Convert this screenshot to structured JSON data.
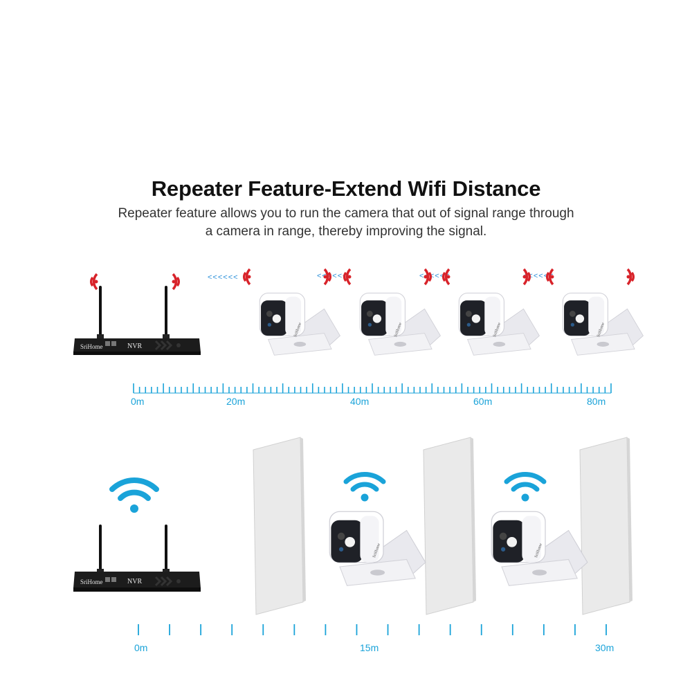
{
  "header": {
    "title": "Repeater Feature-Extend Wifi Distance",
    "subtitle_line1": "Repeater feature allows you to run the camera that out of signal range through",
    "subtitle_line2": "a camera in range, thereby improving the signal."
  },
  "nvr": {
    "brand": "SriHome",
    "label": "NVR"
  },
  "camera": {
    "brand": "SriHome"
  },
  "repeater_diagram": {
    "arrows_text": "<<<<<<",
    "ruler_labels": [
      "0m",
      "20m",
      "40m",
      "60m",
      "80m"
    ]
  },
  "wall_diagram": {
    "ruler_labels": [
      "0m",
      "15m",
      "30m"
    ]
  },
  "colors": {
    "signal_red": "#d8232a",
    "wifi_blue": "#1aa3d9",
    "ruler_blue": "#1aa3d9",
    "arrow_blue": "#2a8fd8"
  }
}
